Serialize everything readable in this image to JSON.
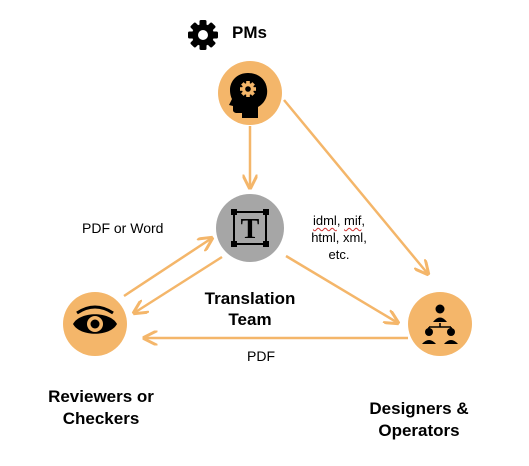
{
  "nodes": {
    "pms": {
      "label": "PMs",
      "icon": "head-with-gear-icon",
      "header_icon": "gear-icon"
    },
    "translation": {
      "label_line1": "Translation",
      "label_line2": "Team",
      "icon": "text-box-icon",
      "icon_letter": "T"
    },
    "reviewers": {
      "label_line1": "Reviewers or",
      "label_line2": "Checkers",
      "icon": "eye-icon"
    },
    "designers": {
      "label_line1": "Designers &",
      "label_line2": "Operators",
      "icon": "team-hierarchy-icon"
    }
  },
  "edges": {
    "translation_reviewers": "PDF or Word",
    "translation_designers_line1": [
      "idml",
      ", ",
      "mif",
      ","
    ],
    "translation_designers_line2": "html, xml,",
    "translation_designers_line3": "etc.",
    "designers_reviewers": "PDF"
  },
  "colors": {
    "node_fill": "#f4b66a",
    "translation_fill": "#a6a6a6",
    "arrow": "#f4b66a",
    "icon": "#000000"
  }
}
